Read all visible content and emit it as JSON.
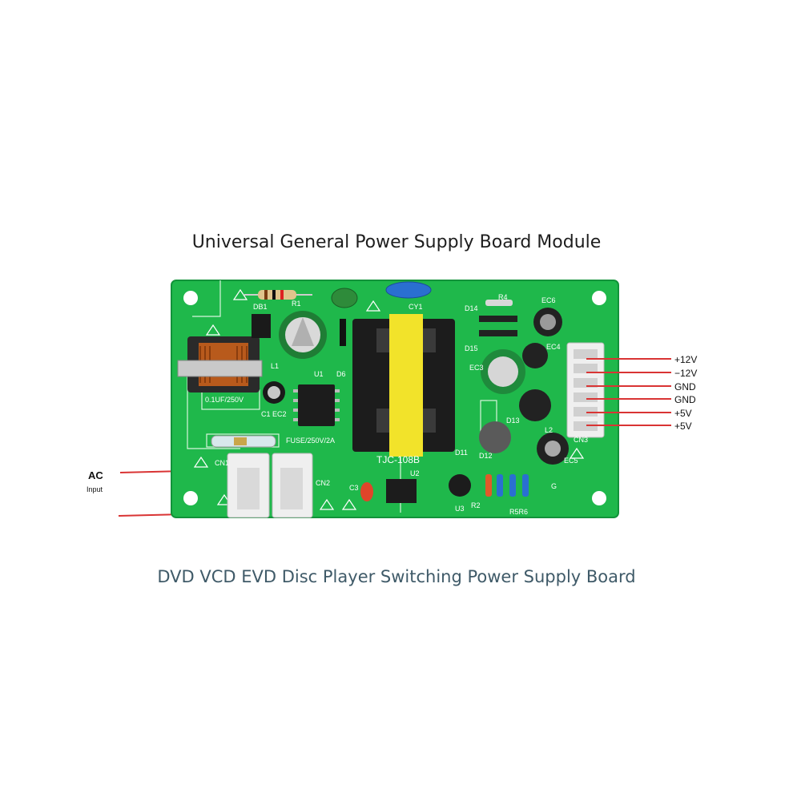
{
  "title": "Universal General Power Supply Board Module",
  "subtitle": "DVD VCD EVD Disc Player Switching Power Supply Board",
  "input_label": "AC",
  "input_sublabel": "Input",
  "outputs": [
    "+12V",
    "−12V",
    "GND",
    "GND",
    "+5V",
    "+5V"
  ],
  "colors": {
    "pcb": "#1fb84b",
    "wire": "#d93434",
    "transformer": "#f2e32a"
  },
  "board_text": {
    "db1": "DB1",
    "l1": "L1",
    "r1": "R1",
    "u1": "U1",
    "d6": "D6",
    "c1": "C1",
    "ec2": "EC2",
    "fuse": "FUSE/250V/2A",
    "cap_label": "0.1UF/250V",
    "cn1": "CN1",
    "cn2": "CN2",
    "c3": "C3",
    "u2": "U2",
    "transformer": "TJC-108B",
    "cy1": "CY1",
    "d14": "D14",
    "d15": "D15",
    "r4": "R4",
    "ec6": "EC6",
    "ec4": "EC4",
    "ec3": "EC3",
    "d13": "D13",
    "l2": "L2",
    "d12": "D12",
    "d11": "D11",
    "ec5": "EC5",
    "cn3": "CN3",
    "u3": "U3",
    "r2": "R2",
    "r5r6": "R5R6",
    "g": "G"
  }
}
